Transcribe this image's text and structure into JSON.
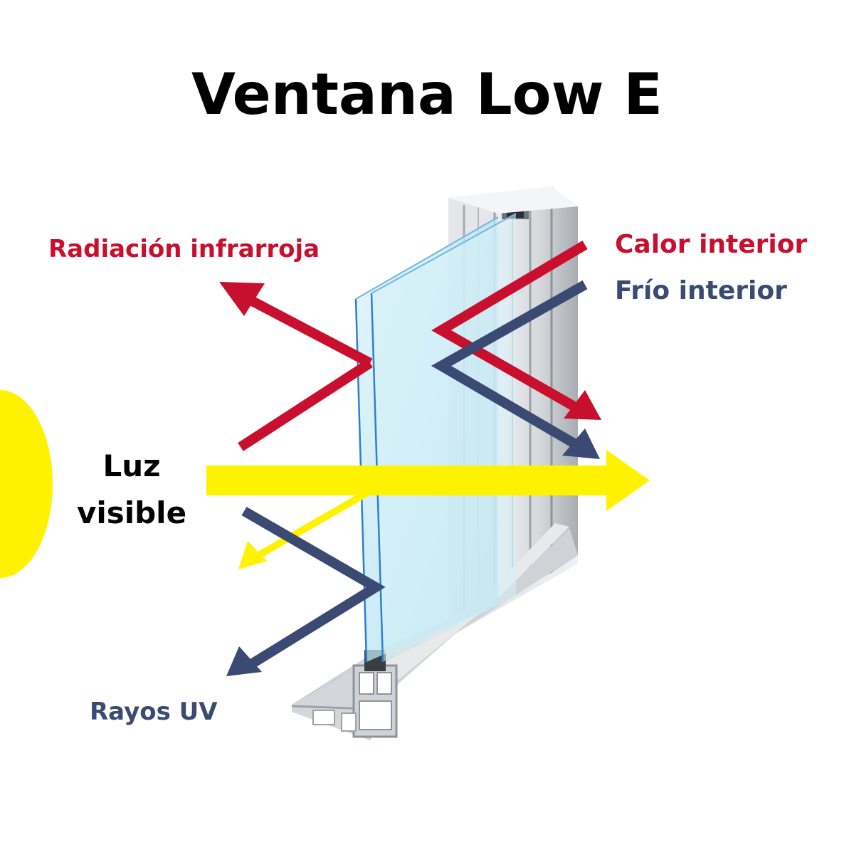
{
  "title": "Ventana Low E",
  "labels": {
    "infrared": "Radiación infrarroja",
    "interior_heat": "Calor interior",
    "interior_cold": "Frío interior",
    "visible_light": "Luz visible",
    "uv_rays": "Rayos UV"
  },
  "colors": {
    "red": "#c8102e",
    "navy": "#3a4a73",
    "yellow": "#fff200",
    "title": "#000000"
  },
  "icons": {
    "sun": "sun-icon",
    "window": "window-profile-icon"
  }
}
